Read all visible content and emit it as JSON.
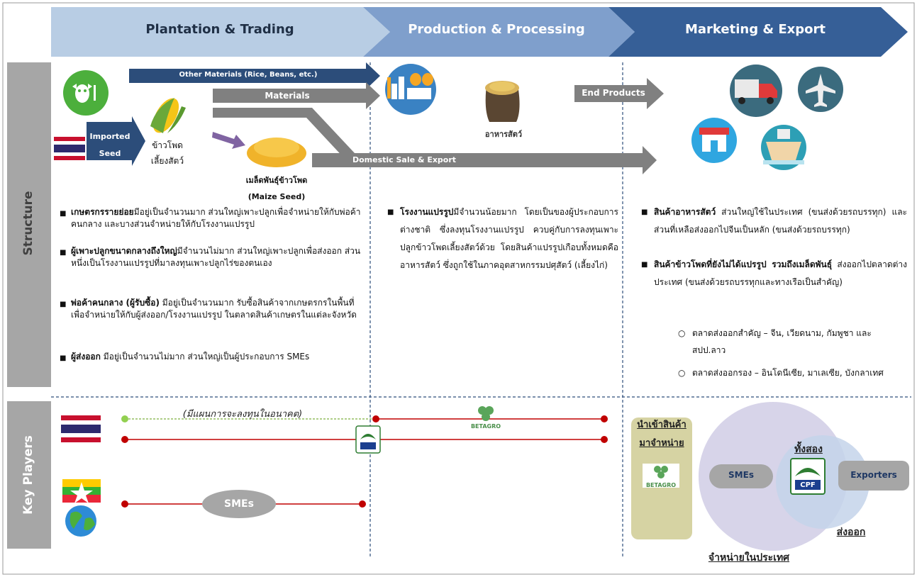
{
  "phases": [
    "Plantation & Trading",
    "Production & Processing",
    "Marketing & Export"
  ],
  "rows": {
    "structure": "Structure",
    "key_players": "Key Players"
  },
  "flow": {
    "other_materials": "Other Materials (Rice, Beans, etc.)",
    "materials": "Materials",
    "imported_seed_1": "Imported",
    "imported_seed_2": "Seed",
    "corn": "ข้าวโพด",
    "corn_2": "เลี้ยงสัตว์",
    "seed_label": "เมล็ดพันธุ์ข้าวโพด",
    "seed_label_en": "(Maize Seed)",
    "animal_feed": "อาหารสัตว์",
    "end_products": "End Products",
    "domestic_export": "Domestic Sale & Export"
  },
  "col1": [
    {
      "bold": "เกษตรกรรายย่อย",
      "text": "มีอยู่เป็นจำนวนมาก ส่วนใหญ่เพาะปลูกเพื่อจำหน่ายให้กับพ่อค้าคนกลาง และบางส่วนจำหน่ายให้กับโรงงานแปรรูป"
    },
    {
      "bold": "ผู้เพาะปลูกขนาดกลางถึงใหญ่",
      "text": "มีจำนวนไม่มาก ส่วนใหญ่เพาะปลูกเพื่อส่งออก ส่วนหนึ่งเป็นโรงงานแปรรูปที่มาลงทุนเพาะปลูกไร่ของตนเอง"
    },
    {
      "bold": "พ่อค้าคนกลาง (ผู้รับซื้อ)",
      "text": " มีอยู่เป็นจำนวนมาก รับซื้อสินค้าจากเกษตรกรในพื้นที่เพื่อจำหน่ายให้กับผู้ส่งออก/โรงงานแปรรูป ในตลาดสินค้าเกษตรในแต่ละจังหวัด"
    },
    {
      "bold": "ผู้ส่งออก",
      "text": " มีอยู่เป็นจำนวนไม่มาก ส่วนใหญ่เป็นผู้ประกอบการ SMEs"
    }
  ],
  "col2": {
    "bold": "โรงงานแปรรูป",
    "text": "มีจำนวนน้อยมาก โดยเป็นของผู้ประกอบการต่างชาติ ซึ่งลงทุนโรงงานแปรรูป ควบคู่กับการลงทุนเพาะปลูกข้าวโพดเลี้ยงสัตว์ด้วย โดยสินค้าแปรรูปเกือบทั้งหมดคืออาหารสัตว์ ซึ่งถูกใช้ในภาคอุตสาหกรรมปศุสัตว์ (เลี้ยงไก่)"
  },
  "col3": [
    {
      "bold": "สินค้าอาหารสัตว์",
      "text": " ส่วนใหญ่ใช้ในประเทศ (ขนส่งด้วยรถบรรทุก) และส่วนที่เหลือส่งออกไปจีนเป็นหลัก (ขนส่งด้วยรถบรรทุก)"
    },
    {
      "bold": "สินค้าข้าวโพดที่ยังไม่ได้แปรรูป รวมถึงเมล็ดพันธุ์",
      "text": " ส่งออกไปตลาดต่างประเทศ (ขนส่งด้วยรถบรรทุกและทางเรือเป็นสำคัญ)"
    }
  ],
  "col3_sub": [
    "ตลาดส่งออกสำคัญ – จีน, เวียดนาม, กัมพูชา และ สปป.ลาว",
    "ตลาดส่งออกรอง – อินโดนีเซีย, มาเลเซีย, บังกลาเทศ"
  ],
  "players": {
    "future_plan": "(มีแผนการจะลงทุนในอนาคต)",
    "betagro": "BETAGRO",
    "cpf": "CPF",
    "smes": "SMEs",
    "import_dist_1": "นำเข้าสินค้า",
    "import_dist_2": "มาจำหน่าย",
    "both": "ทั้งสอง",
    "smes_right": "SMEs",
    "exporters": "Exporters",
    "export": "ส่งออก",
    "domestic": "จำหน่ายในประเทศ"
  },
  "colors": {
    "phase1": "#b8cde4",
    "phase2": "#7f9fcc",
    "phase3": "#365f97",
    "dark_arrow": "#2c4d7a",
    "gray_arrow": "#7f7f7f",
    "red_line": "#c00000",
    "side_band": "#a6a6a6"
  }
}
